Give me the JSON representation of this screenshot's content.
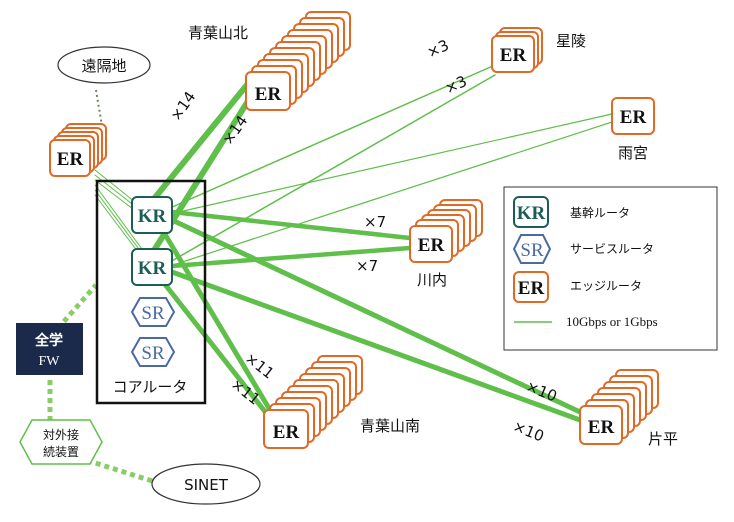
{
  "nodes": {
    "er_label": "ER",
    "kr_label": "KR",
    "sr_label": "SR",
    "core_label": "コアルータ",
    "aoba_north": "青葉山北",
    "seiryo": "星陵",
    "amamiya": "雨宮",
    "kawauchi": "川内",
    "aoba_south": "青葉山南",
    "katahira": "片平",
    "remote": "遠隔地",
    "fw_line1": "全学",
    "fw_line2": "FW",
    "ext_line1": "対外接",
    "ext_line2": "続装置",
    "sinet": "SINET"
  },
  "multipliers": {
    "aoba_north_a": "×14",
    "aoba_north_b": "×14",
    "seiryo_a": "×3",
    "seiryo_b": "×3",
    "kawauchi_a": "×7",
    "kawauchi_b": "×7",
    "aoba_south_a": "×11",
    "aoba_south_b": "×11",
    "katahira_a": "×10",
    "katahira_b": "×10"
  },
  "legend": {
    "kr": "基幹ルータ",
    "sr": "サービスルータ",
    "er": "エッジルータ",
    "link": "10Gbps or 1Gbps"
  },
  "colors": {
    "link": "#5fbf4a",
    "er_border": "#e06a25",
    "kr": "#1c5d56",
    "sr": "#4a6aa0",
    "fw_bg": "#1b2a4a"
  }
}
